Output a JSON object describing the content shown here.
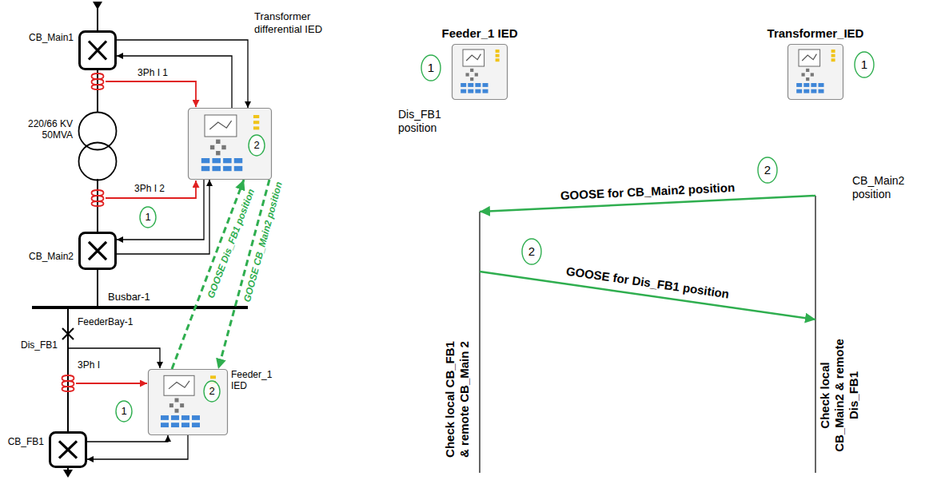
{
  "diagram": {
    "nodes": [
      {
        "text": [
          "CB_Main1"
        ]
      },
      {
        "text": [
          "Transformer differential IED"
        ]
      },
      {
        "text": [
          "2"
        ],
        "in": 1
      },
      {
        "text": [
          "220/66 KV 50MVA"
        ]
      },
      {
        "text": [
          "1"
        ]
      },
      {
        "text": [
          "CB_Main2"
        ]
      },
      {
        "text": [
          "Feeder_1 IED"
        ]
      },
      {
        "text": [
          "2"
        ],
        "in": 6
      },
      {
        "text": [
          "CB_FB1"
        ]
      },
      {
        "text": [
          "1"
        ]
      },
      {
        "text": [
          "Feeder_1 IED"
        ]
      },
      {
        "text": [
          "1"
        ]
      },
      {
        "text": [
          "Transformer_IED"
        ]
      },
      {
        "text": [
          "1"
        ]
      },
      {
        "text": [
          "2"
        ]
      },
      {
        "text": [
          "2"
        ]
      }
    ],
    "edges": [
      {
        "from": 0,
        "to": 1,
        "arrow": "to"
      },
      {
        "from": 1,
        "to": 0,
        "arrow": "to"
      },
      {
        "from": 1,
        "to": 5,
        "arrow": "to"
      },
      {
        "from": 5,
        "to": 1,
        "arrow": "to"
      },
      {
        "from": 6,
        "to": 1,
        "arrow": "to",
        "label": "GOOSE Dis_FB1 position"
      },
      {
        "from": 1,
        "to": 6,
        "arrow": "to",
        "label": "GOOSE CB_Main2 position"
      },
      {
        "from": 6,
        "to": 8,
        "arrow": "to"
      },
      {
        "from": 8,
        "to": 6,
        "arrow": "to"
      },
      {
        "from": 12,
        "to": 10,
        "arrow": "to",
        "label": "GOOSE for CB_Main2 position"
      },
      {
        "from": 10,
        "to": 12,
        "arrow": "to",
        "label": "GOOSE for Dis_FB1 position"
      }
    ],
    "labels": [
      "3Ph I 1",
      "3Ph I 2",
      "Busbar-1",
      "Dis_FB1",
      "FeederBay-1",
      "3Ph I",
      "Dis_FB1 position",
      "CB_Main2 position",
      "Check local CB_FB1 & remote CB_Main 2",
      "Check local CB_Main2 & remote Dis_FB1"
    ]
  }
}
